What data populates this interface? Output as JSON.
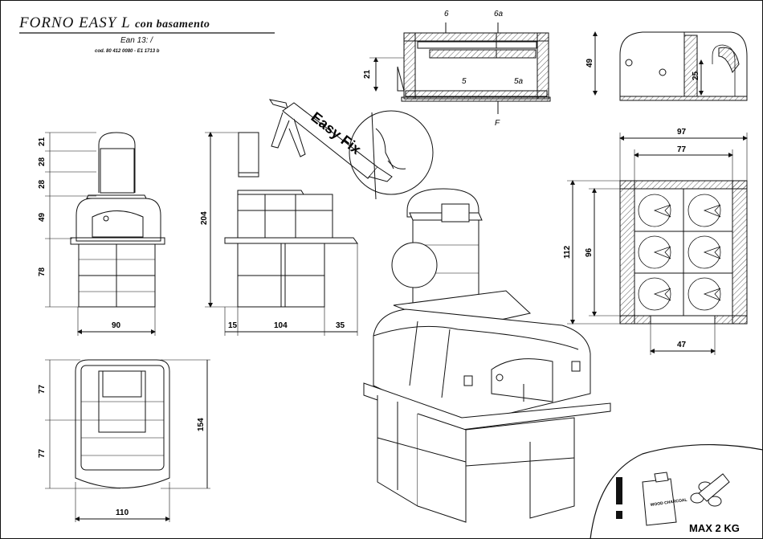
{
  "title": {
    "main": "FORNO  EASY  L",
    "suffix": "con basamento",
    "ean": "Ean 13:  /",
    "code": "cod. 80 412 0080 - E1 1713 b"
  },
  "section_view": {
    "label_6": "6",
    "label_6a": "6a",
    "label_5": "5",
    "label_5a": "5a",
    "label_f": "F",
    "dim_21": "21"
  },
  "side_view_small": {
    "dim_49": "49",
    "dim_25": "25"
  },
  "front_view": {
    "dims_left": [
      "21",
      "28",
      "28",
      "49",
      "78"
    ],
    "dim_width": "90"
  },
  "side_view": {
    "dim_height": "204",
    "dims_bottom": [
      "15",
      "104",
      "35"
    ]
  },
  "top_view": {
    "dims_left": [
      "77",
      "77"
    ],
    "dim_right": "154",
    "dim_width": "110"
  },
  "plan_view": {
    "dim_outer": "97",
    "dim_inner": "77",
    "dim_left": "112",
    "dim_inner_left": "96",
    "dim_bottom": "47"
  },
  "gun_label": "Easy Fix",
  "fuel": {
    "bag_label": "WOOD CHARCOAL",
    "max_label": "MAX 2 KG"
  }
}
